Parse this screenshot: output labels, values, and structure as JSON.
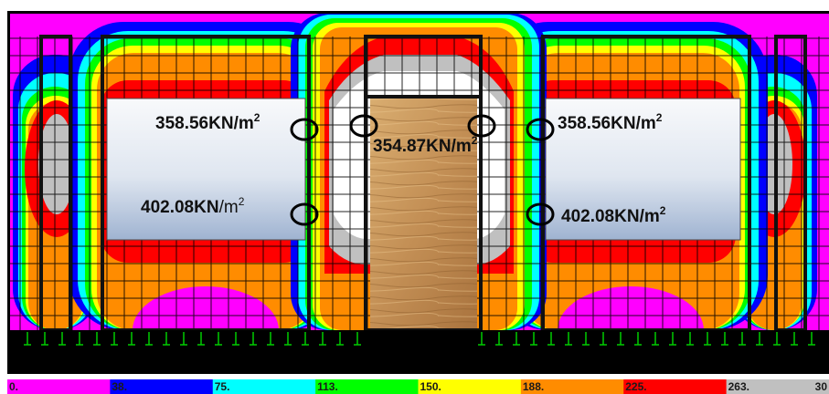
{
  "legend": {
    "colors": [
      "#ff00ff",
      "#0000ff",
      "#00ffff",
      "#00ff00",
      "#ffff00",
      "#ff8c00",
      "#ff0000",
      "#c0c0c0"
    ],
    "labels": [
      "0.",
      "38.",
      "75.",
      "113.",
      "150.",
      "188.",
      "225.",
      "263.",
      "30"
    ]
  },
  "annotations": {
    "left_top": {
      "value": "358.56",
      "unit": "KN/m",
      "exp": "2"
    },
    "left_bottom": {
      "value": "402.08",
      "unit_bold": "KN",
      "unit_rest": "/m",
      "exp": "2"
    },
    "door": {
      "value": "354.87",
      "unit": "KN/m",
      "exp": "2"
    },
    "right_top": {
      "value": "358.56",
      "unit": "KN/m",
      "exp": "2"
    },
    "right_bottom": {
      "value": "402.08",
      "unit": "KN/m",
      "exp": "2"
    }
  },
  "palette": {
    "window_fill_top": "#f6f8fb",
    "window_fill_bottom": "#a9bcd7",
    "door_wood": "#c79a5e",
    "frame": "#111111",
    "ground": "#000000",
    "support": "#00cc00"
  }
}
